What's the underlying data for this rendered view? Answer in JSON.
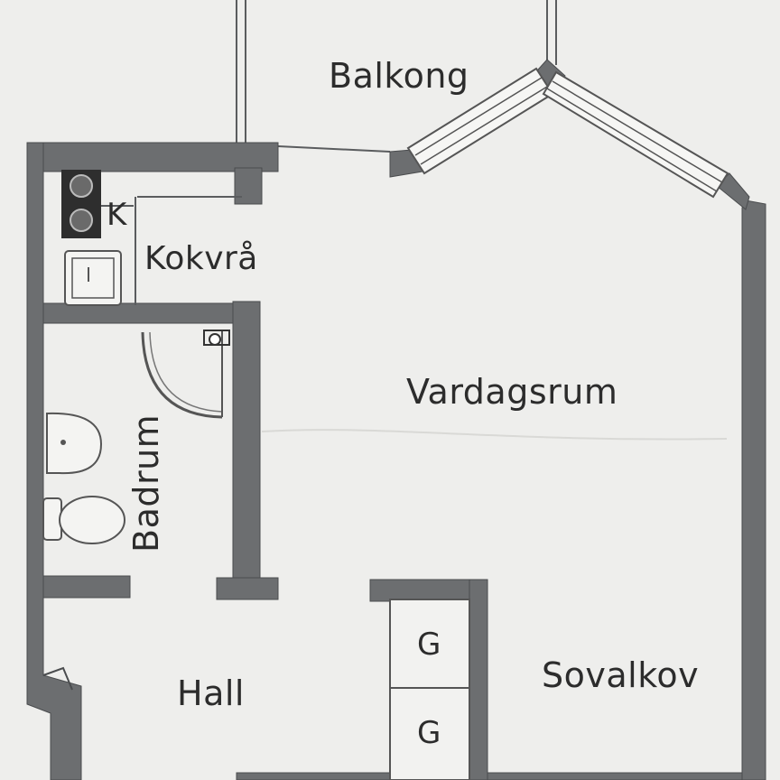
{
  "title": "",
  "rooms": {
    "balcony": "Balkong",
    "kitchen_symbol": "K",
    "kitchenette": "Kokvrå",
    "living_room": "Vardagsrum",
    "bathroom": "Badrum",
    "hall": "Hall",
    "sleeping_alcove": "Sovalkov",
    "closet_1": "G",
    "closet_2": "G"
  },
  "colors": {
    "paper": "#eeeeec",
    "wall": "#6c6e70",
    "text": "#2c2c2c"
  }
}
